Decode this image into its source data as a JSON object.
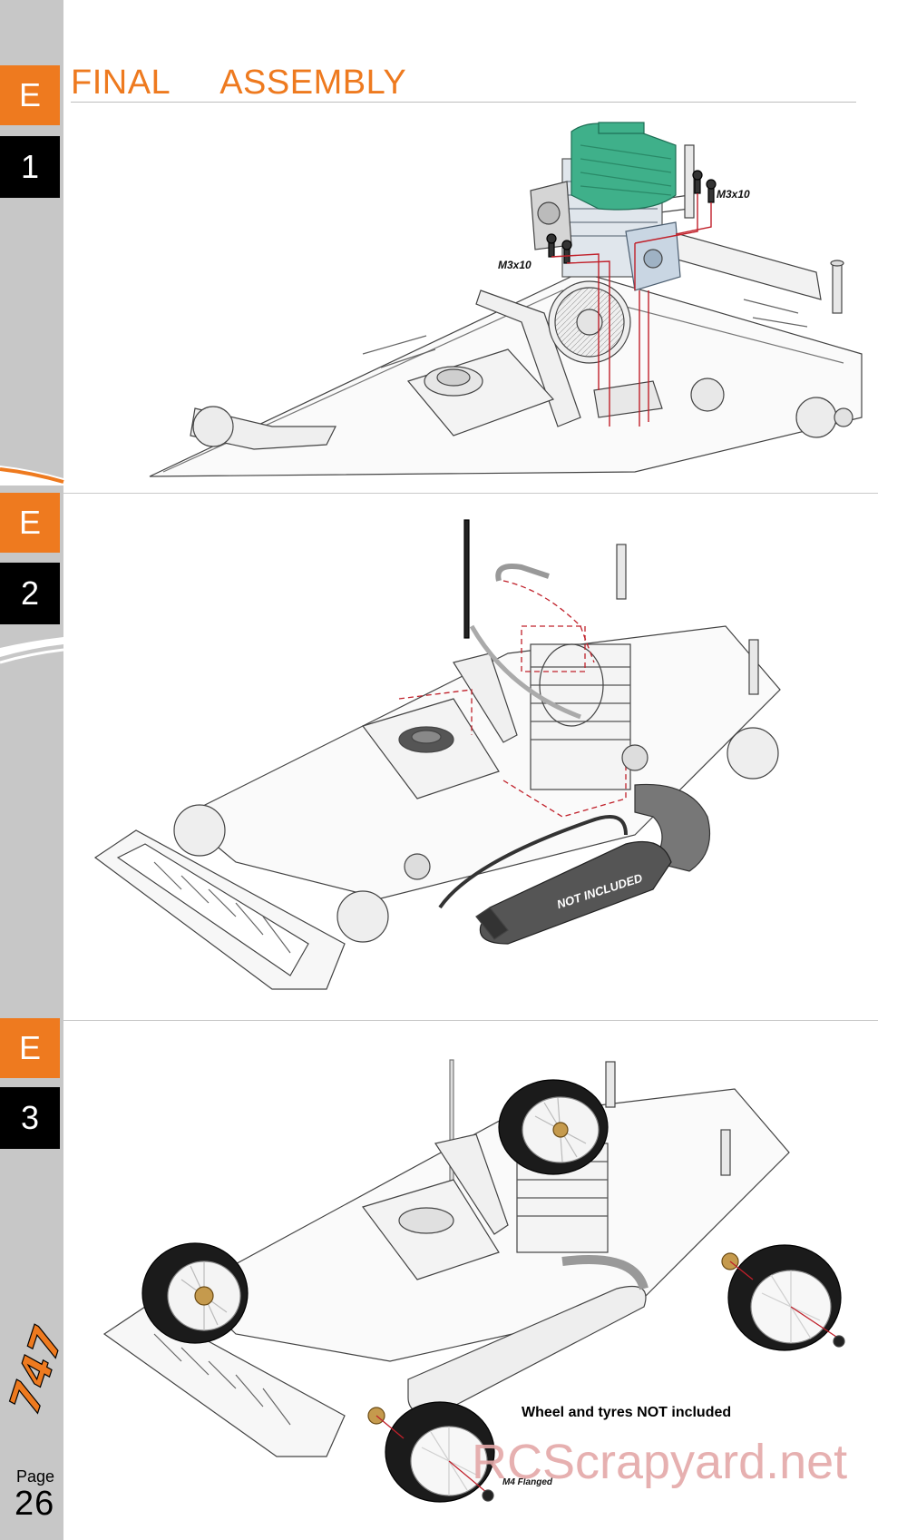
{
  "header": {
    "title_part1": "FINAL",
    "title_part2": "ASSEMBLY"
  },
  "steps": [
    {
      "letter": "E",
      "number": "1"
    },
    {
      "letter": "E",
      "number": "2"
    },
    {
      "letter": "E",
      "number": "3"
    }
  ],
  "step1": {
    "callout_upper": "M3x10",
    "callout_lower": "M3x10"
  },
  "step2": {
    "exhaust_label": "NOT INCLUDED"
  },
  "step3": {
    "wheel_note": "Wheel and tyres NOT included",
    "nut_label": "M4 Flanged"
  },
  "footer": {
    "page_label": "Page",
    "page_number": "26",
    "logo_text": "747"
  },
  "watermark": "RCScrapyard.net",
  "colors": {
    "accent": "#ee7a1f",
    "engine_head": "#3fb08a",
    "sidebar": "#c7c7c7",
    "guide_line": "#c0202a"
  }
}
